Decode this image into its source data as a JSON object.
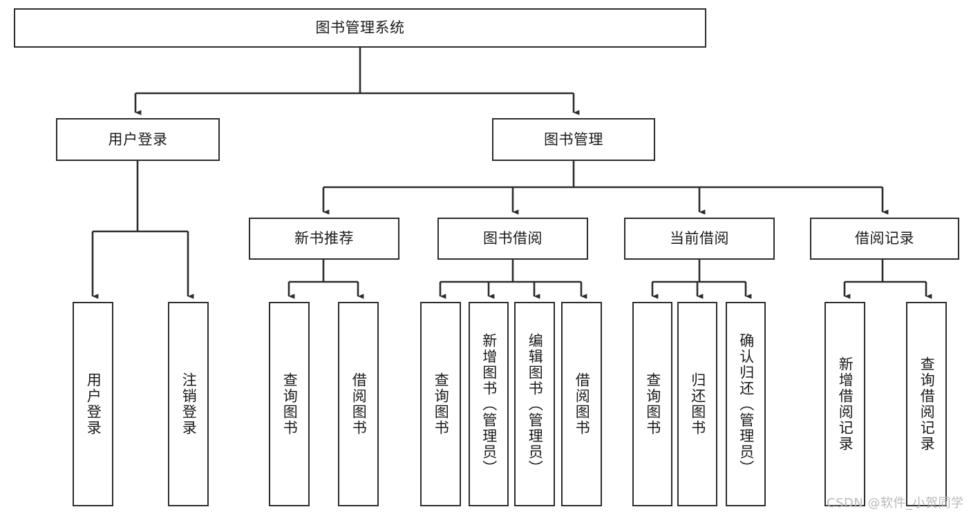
{
  "diagram": {
    "title": "图书管理系统",
    "type": "tree",
    "orientation": "top-down",
    "watermark": "CSDN @软件_小贺同学",
    "colors": {
      "background": "#ffffff",
      "node_border": "#2b2b2b",
      "node_fill": "#ffffff",
      "edge": "#2b2b2b",
      "text": "#1a1a1a",
      "watermark": "#b9b9b9"
    },
    "nodes": {
      "root": {
        "label": "图书管理系统"
      },
      "level2": [
        {
          "id": "user_login",
          "label": "用户登录"
        },
        {
          "id": "book_manage",
          "label": "图书管理"
        }
      ],
      "level3": [
        {
          "id": "new_book_rec",
          "label": "新书推荐"
        },
        {
          "id": "book_borrow",
          "label": "图书借阅"
        },
        {
          "id": "current_borrow",
          "label": "当前借阅"
        },
        {
          "id": "borrow_record",
          "label": "借阅记录"
        }
      ],
      "leaves": {
        "user_login": [
          {
            "id": "leaf_user_login",
            "label": "用户登录"
          },
          {
            "id": "leaf_logout",
            "label": "注销登录"
          }
        ],
        "new_book_rec": [
          {
            "id": "leaf_query_book_1",
            "label": "查询图书"
          },
          {
            "id": "leaf_borrow_book_1",
            "label": "借阅图书"
          }
        ],
        "book_borrow": [
          {
            "id": "leaf_query_book_2",
            "label": "查询图书"
          },
          {
            "id": "leaf_add_book",
            "label": "新增图书（管理员）"
          },
          {
            "id": "leaf_edit_book",
            "label": "编辑图书（管理员）"
          },
          {
            "id": "leaf_borrow_book_2",
            "label": "借阅图书"
          }
        ],
        "current_borrow": [
          {
            "id": "leaf_query_book_3",
            "label": "查询图书"
          },
          {
            "id": "leaf_return_book",
            "label": "归还图书"
          },
          {
            "id": "leaf_confirm_return",
            "label": "确认归还（管理员）"
          }
        ],
        "borrow_record": [
          {
            "id": "leaf_add_record",
            "label": "新增借阅记录"
          },
          {
            "id": "leaf_query_record",
            "label": "查询借阅记录"
          }
        ]
      }
    }
  }
}
